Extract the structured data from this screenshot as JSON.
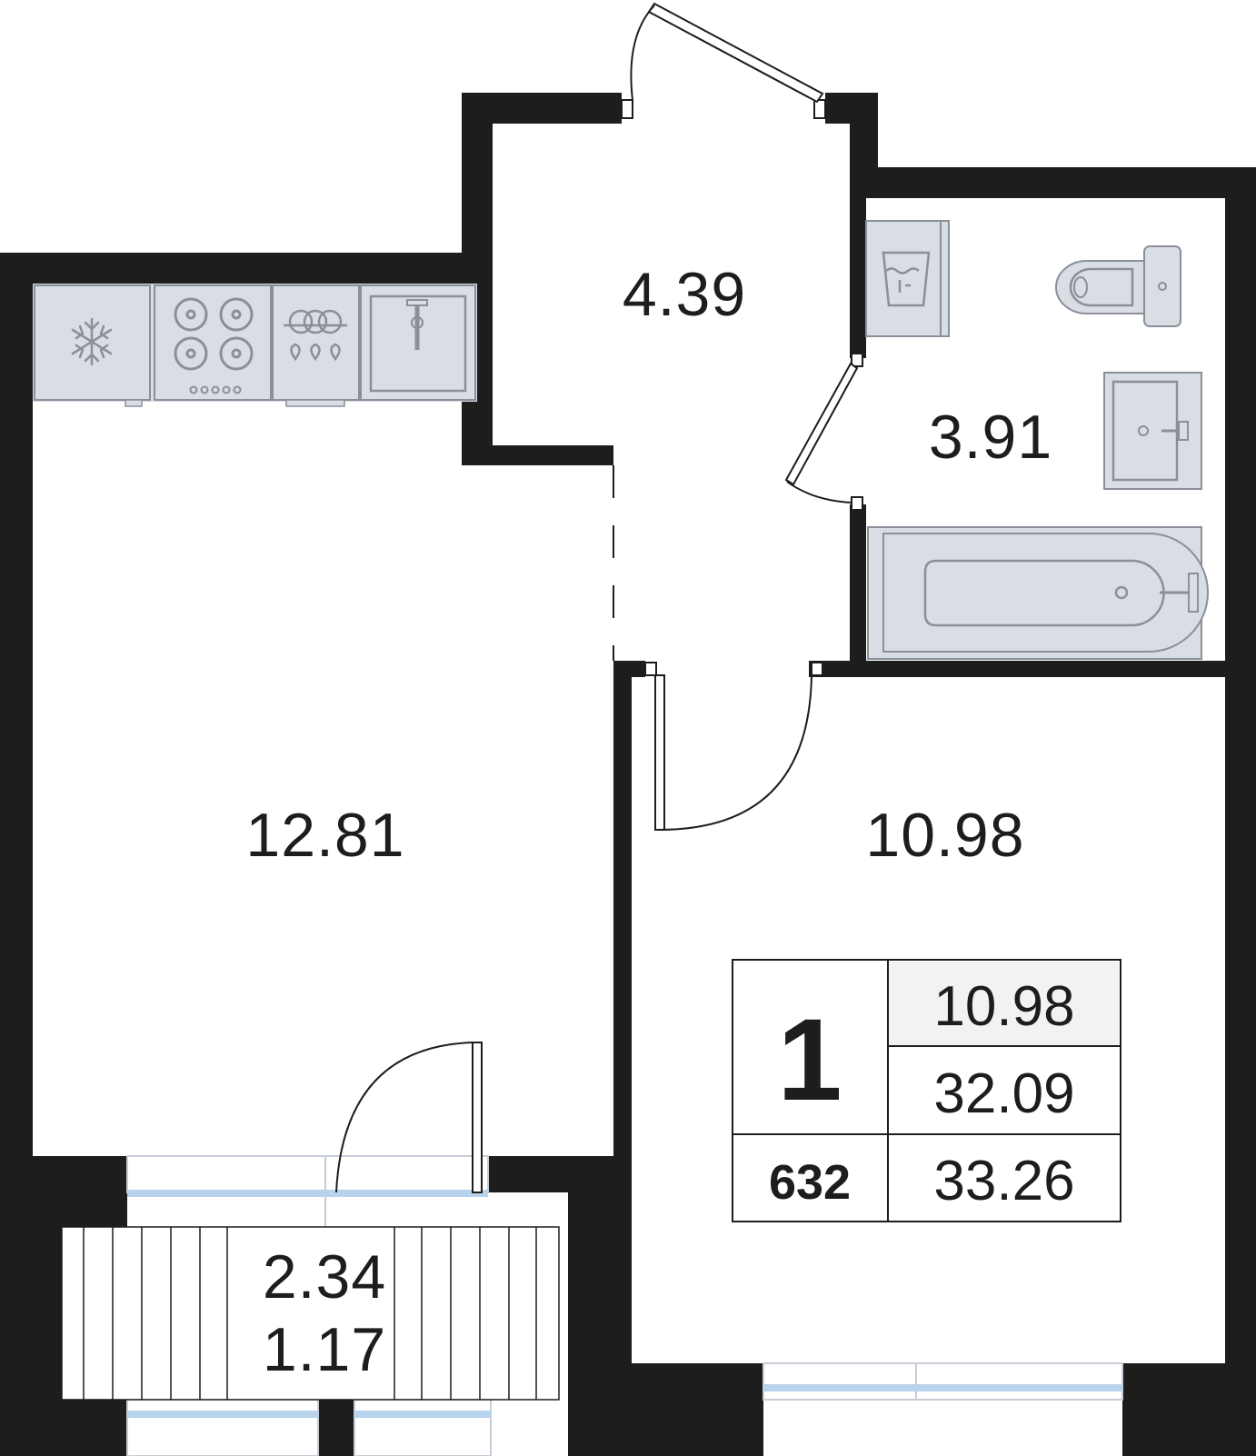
{
  "plan": {
    "rooms": [
      {
        "id": "kitchen-living",
        "area": "12.81"
      },
      {
        "id": "hallway",
        "area": "4.39"
      },
      {
        "id": "bathroom",
        "area": "3.91"
      },
      {
        "id": "bedroom",
        "area": "10.98"
      },
      {
        "id": "balcony",
        "area": "2.34",
        "area_reduced": "1.17"
      }
    ],
    "fixtures": [
      "fridge",
      "stove",
      "dishwasher",
      "kitchen-sink",
      "washing-machine",
      "toilet",
      "wash-basin",
      "bathtub"
    ],
    "colors": {
      "wall": "#1d1d1b",
      "fixture_fill": "#d9dde4",
      "fixture_stroke": "#8a8f99",
      "window_glass": "#b8d3ee"
    }
  },
  "info_box": {
    "rooms_count": "1",
    "living_area": "10.98",
    "total_area": "32.09",
    "total_area_with_balcony": "33.26",
    "apartment_number": "632"
  }
}
